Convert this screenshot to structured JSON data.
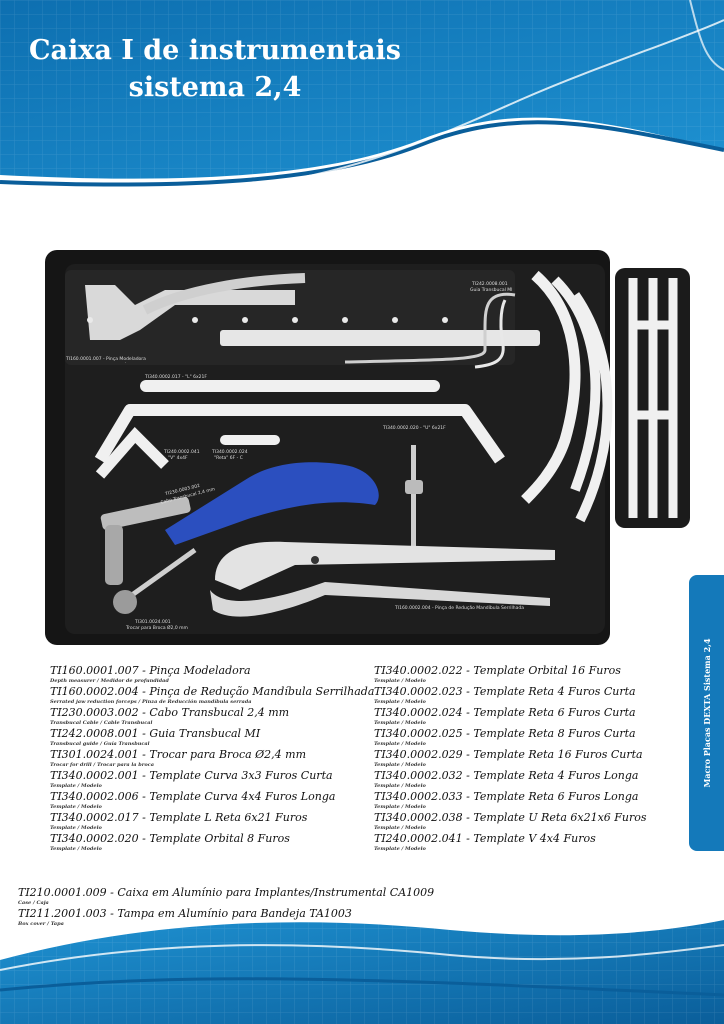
{
  "header": {
    "title_line1": "Caixa I de instrumentais",
    "title_line2": "sistema 2,4"
  },
  "side_tab": {
    "label": "Macro Placas DEXTA Sistema 2,4"
  },
  "photo_labels": {
    "plier": "TI160.0001.007 - Pinça Modeladora",
    "guide": "TI242.0008.001",
    "guide2": "Guia Transbucal MI",
    "tpl017": "TI340.0002.017 - \"L\" 6x21F",
    "tpl020": "TI340.0002.020 - \"U\" 6x21F",
    "tpl041": "TI240.0002.041",
    "tpl041b": "\"V\" 4x4F",
    "tpl024": "TI340.0002.024",
    "tpl024b": "\"Reta\" 6F - C",
    "cabo": "TI230.0003.002",
    "cabo2": "Cabo Transbucal 2,4 mm",
    "trocar": "TI301.0024.001",
    "trocar2": "Trocar para Broca Ø2,0 mm",
    "pinca2": "TI160.0002.004 - Pinça de Redução Mandíbula Serrilhada"
  },
  "items_left": [
    {
      "code": "TI160.0001.007 - Pinça Modeladora",
      "sub": "Depth measurer / Medidor de profundidad"
    },
    {
      "code": "TI160.0002.004 - Pinça de Redução Mandíbula Serrilhada",
      "sub": "Serrated jaw reduction forceps / Pinza de Reducción mandíbula serrada"
    },
    {
      "code": "TI230.0003.002 - Cabo Transbucal 2,4 mm",
      "sub": "Transbucal Cable / Cable Transbucal"
    },
    {
      "code": "TI242.0008.001 - Guia Transbucal MI",
      "sub": "Transbucal guide / Guía Transbucal"
    },
    {
      "code": "TI301.0024.001 - Trocar para Broca Ø2,4 mm",
      "sub": "Trocar for drill / Trocar para la broca"
    },
    {
      "code": "TI340.0002.001 - Template Curva 3x3 Furos Curta",
      "sub": "Template / Modelo"
    },
    {
      "code": "TI340.0002.006 - Template Curva 4x4 Furos Longa",
      "sub": "Template / Modelo"
    },
    {
      "code": "TI340.0002.017 - Template L Reta 6x21 Furos",
      "sub": "Template / Modelo"
    },
    {
      "code": "TI340.0002.020 - Template Orbital 8 Furos",
      "sub": "Template / Modelo"
    }
  ],
  "items_right": [
    {
      "code": "TI340.0002.022 - Template Orbital 16 Furos",
      "sub": "Template / Modelo"
    },
    {
      "code": "TI340.0002.023 - Template Reta 4 Furos Curta",
      "sub": "Template / Modelo"
    },
    {
      "code": "TI340.0002.024 - Template Reta 6 Furos Curta",
      "sub": "Template / Modelo"
    },
    {
      "code": "TI340.0002.025 - Template Reta 8 Furos Curta",
      "sub": "Template / Modelo"
    },
    {
      "code": "TI340.0002.029 - Template Reta 16 Furos Curta",
      "sub": "Template / Modelo"
    },
    {
      "code": "TI340.0002.032 - Template Reta 4 Furos Longa",
      "sub": "Template / Modelo"
    },
    {
      "code": "TI340.0002.033 - Template Reta 6 Furos Longa",
      "sub": "Template / Modelo"
    },
    {
      "code": "TI340.0002.038 - Template U Reta 6x21x6 Furos",
      "sub": "Template / Modelo"
    },
    {
      "code": "TI240.0002.041 - Template V 4x4 Furos",
      "sub": "Template / Modelo"
    }
  ],
  "items_bottom": [
    {
      "code": "TI210.0001.009 - Caixa em Alumínio para Implantes/Instrumental CA1009",
      "sub": "Case / Caja"
    },
    {
      "code": "TI211.2001.003 - Tampa em Alumínio para Bandeja TA1003",
      "sub": "Box cover / Tapa"
    }
  ]
}
